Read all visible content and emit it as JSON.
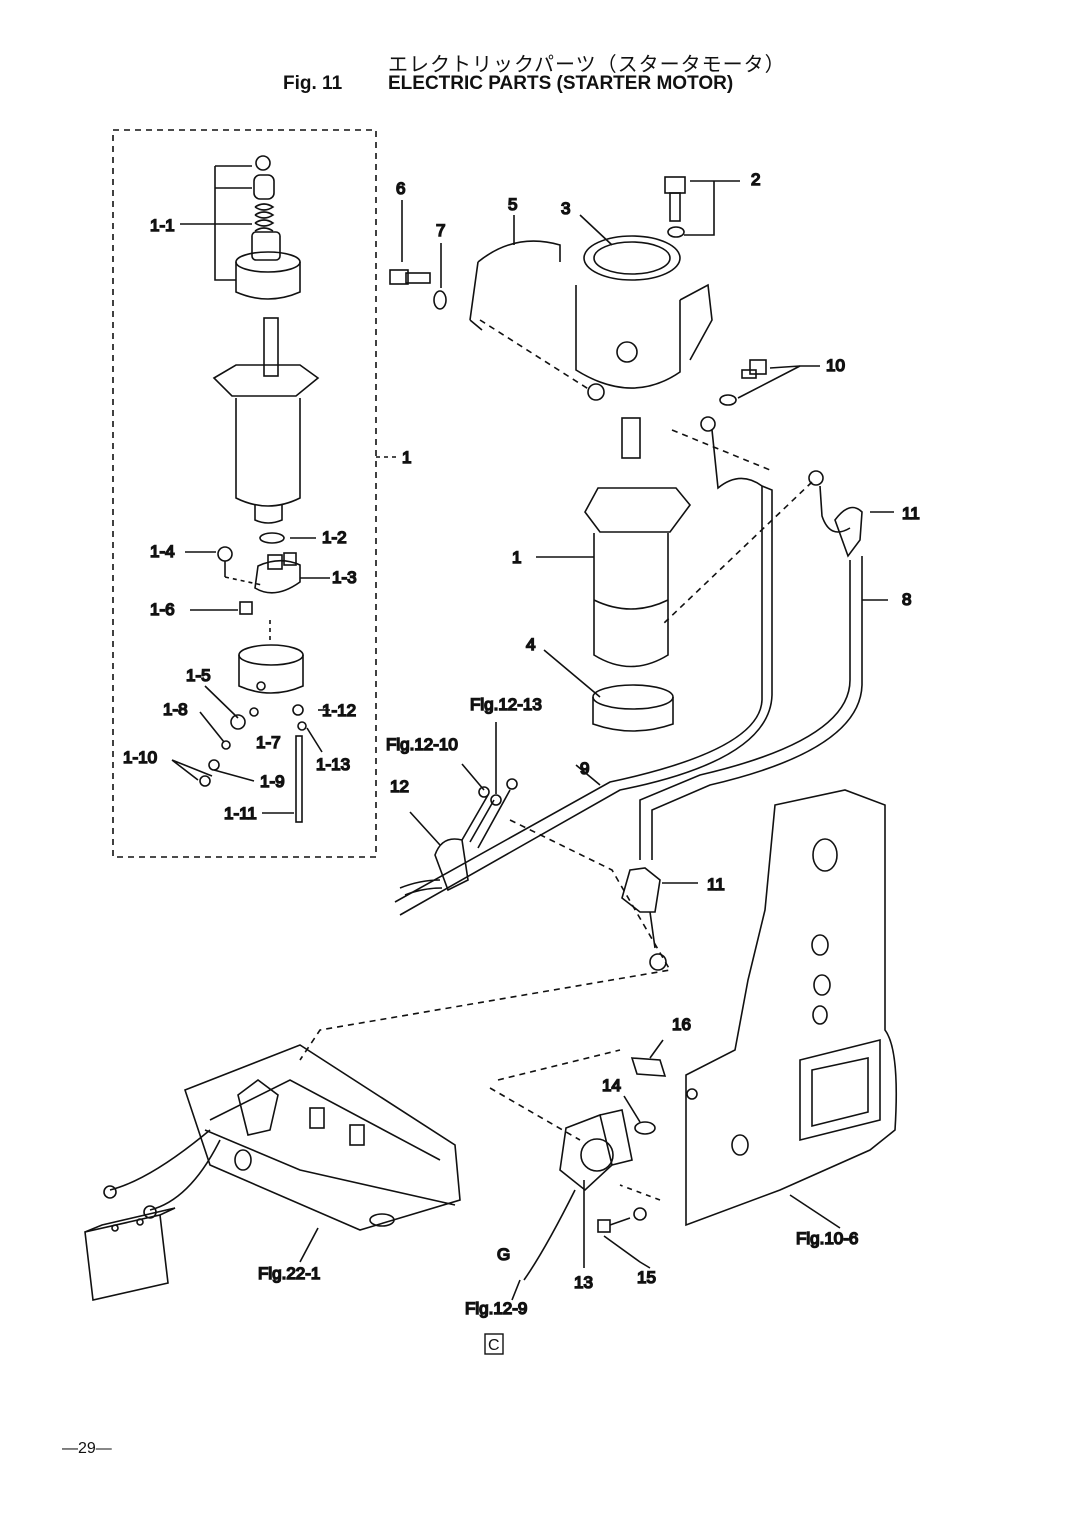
{
  "title": {
    "japanese": "エレクトリックパーツ（スタータモータ）",
    "fig_label": "Fig. 11",
    "english": "ELECTRIC PARTS (STARTER MOTOR)"
  },
  "callouts": {
    "c1_1": "1-1",
    "c1": "1",
    "c1_2": "1-2",
    "c1_3": "1-3",
    "c1_4": "1-4",
    "c1_5": "1-5",
    "c1_6": "1-6",
    "c1_7": "1-7",
    "c1_8": "1-8",
    "c1_9": "1-9",
    "c1_10": "1-10",
    "c1_11": "1-11",
    "c1_12": "1-12",
    "c1_13": "1-13",
    "c2": "2",
    "c3": "3",
    "c4": "4",
    "c5": "5",
    "c6": "6",
    "c7": "7",
    "c8": "8",
    "c9": "9",
    "c10": "10",
    "c11a": "11",
    "c11b": "11",
    "c12": "12",
    "c13": "13",
    "c14": "14",
    "c15": "15",
    "c16": "16",
    "cG": "G",
    "cMainStarter": "1"
  },
  "references": {
    "fig12_13": "Fig.12-13",
    "fig12_10": "Fig.12-10",
    "fig12_9": "Fig.12-9",
    "fig10_6": "Fig.10-6",
    "fig22_1": "Fig.22-1"
  },
  "section_mark": "C",
  "page_number": "—29—"
}
